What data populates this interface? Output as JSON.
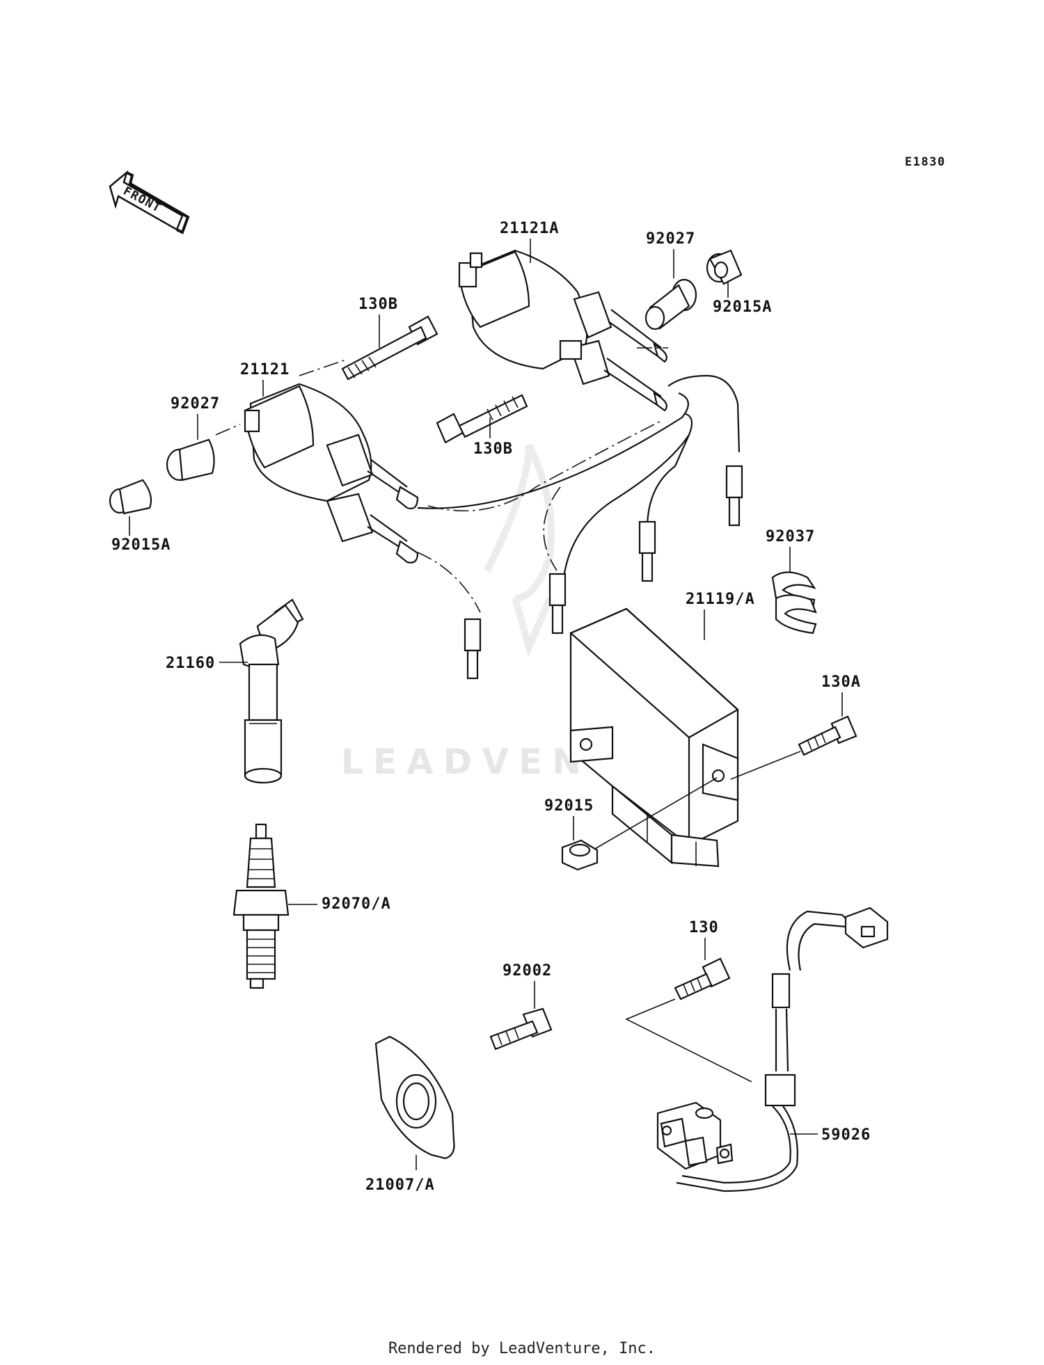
{
  "diagram": {
    "code": "E1830",
    "front_label": "FRONT",
    "watermark": "LEADVENTURE",
    "parts": [
      {
        "id": "21121A"
      },
      {
        "id": "92027"
      },
      {
        "id": "92015A"
      },
      {
        "id": "130B"
      },
      {
        "id": "21121"
      },
      {
        "id": "92027"
      },
      {
        "id": "130B"
      },
      {
        "id": "92015A"
      },
      {
        "id": "92037"
      },
      {
        "id": "21119/A"
      },
      {
        "id": "21160"
      },
      {
        "id": "130A"
      },
      {
        "id": "92015"
      },
      {
        "id": "92070/A"
      },
      {
        "id": "130"
      },
      {
        "id": "92002"
      },
      {
        "id": "59026"
      },
      {
        "id": "21007/A"
      }
    ]
  },
  "footer": "Rendered by LeadVenture, Inc."
}
